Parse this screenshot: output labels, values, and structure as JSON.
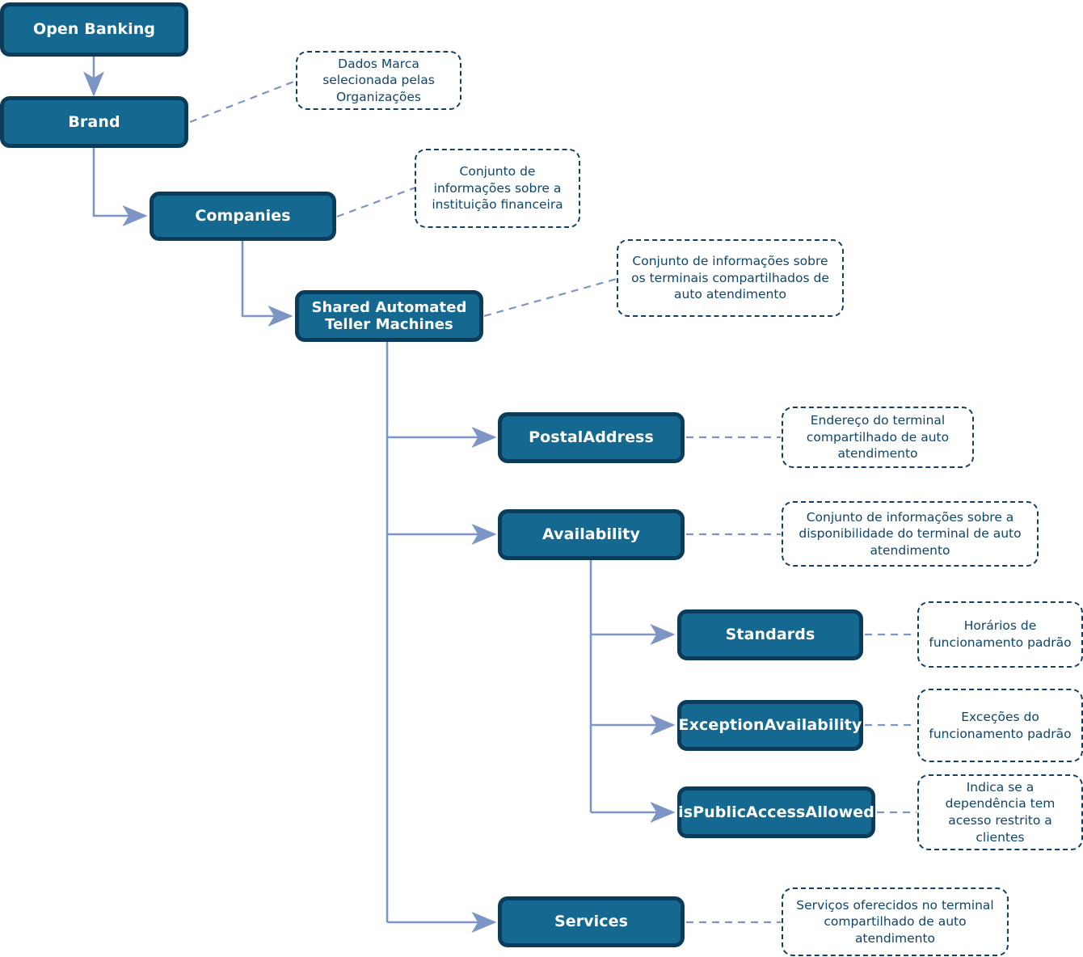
{
  "diagram": {
    "title": "Open Banking - Shared Automated Teller Machines",
    "language": "pt-BR",
    "colors": {
      "node_fill": "#15688f",
      "node_border": "#0c3c5c",
      "node_text": "#ffffff",
      "note_border": "#123f63",
      "note_text": "#10456b",
      "connector": "#7d95c4",
      "background": "#ffffff"
    }
  },
  "nodes": [
    {
      "id": "open-banking",
      "label": "Open Banking"
    },
    {
      "id": "brand",
      "label": "Brand"
    },
    {
      "id": "companies",
      "label": "Companies"
    },
    {
      "id": "shared-atm",
      "label": "Shared Automated Teller Machines"
    },
    {
      "id": "postal-address",
      "label": "PostalAddress"
    },
    {
      "id": "availability",
      "label": "Availability"
    },
    {
      "id": "standards",
      "label": "Standards"
    },
    {
      "id": "exception-availability",
      "label": "ExceptionAvailability"
    },
    {
      "id": "is-public-access-allowed",
      "label": "isPublicAccessAllowed"
    },
    {
      "id": "services",
      "label": "Services"
    }
  ],
  "notes": [
    {
      "id": "note-brand",
      "for": "brand",
      "text": "Dados Marca selecionada pelas Organizações"
    },
    {
      "id": "note-companies",
      "for": "companies",
      "text": "Conjunto de informações sobre a instituição financeira"
    },
    {
      "id": "note-shared-atm",
      "for": "shared-atm",
      "text": "Conjunto de informações sobre os terminais compartilhados de auto atendimento"
    },
    {
      "id": "note-postal-address",
      "for": "postal-address",
      "text": "Endereço do terminal compartilhado de auto atendimento"
    },
    {
      "id": "note-availability",
      "for": "availability",
      "text": "Conjunto de informações sobre a disponibilidade do terminal de auto atendimento"
    },
    {
      "id": "note-standards",
      "for": "standards",
      "text": "Horários de funcionamento padrão"
    },
    {
      "id": "note-exception-availability",
      "for": "exception-availability",
      "text": "Exceções do funcionamento padrão"
    },
    {
      "id": "note-is-public-access-allowed",
      "for": "is-public-access-allowed",
      "text": "Indica se a dependência tem acesso restrito a clientes"
    },
    {
      "id": "note-services",
      "for": "services",
      "text": "Serviços oferecidos no terminal compartilhado de auto atendimento"
    }
  ],
  "edges": [
    {
      "from": "open-banking",
      "to": "brand",
      "style": "solid-arrow"
    },
    {
      "from": "brand",
      "to": "companies",
      "style": "solid-arrow"
    },
    {
      "from": "companies",
      "to": "shared-atm",
      "style": "solid-arrow"
    },
    {
      "from": "shared-atm",
      "to": "postal-address",
      "style": "solid-arrow"
    },
    {
      "from": "shared-atm",
      "to": "availability",
      "style": "solid-arrow"
    },
    {
      "from": "shared-atm",
      "to": "services",
      "style": "solid-arrow"
    },
    {
      "from": "availability",
      "to": "standards",
      "style": "solid-arrow"
    },
    {
      "from": "availability",
      "to": "exception-availability",
      "style": "solid-arrow"
    },
    {
      "from": "availability",
      "to": "is-public-access-allowed",
      "style": "solid-arrow"
    },
    {
      "from": "brand",
      "to": "note-brand",
      "style": "dashed"
    },
    {
      "from": "companies",
      "to": "note-companies",
      "style": "dashed"
    },
    {
      "from": "shared-atm",
      "to": "note-shared-atm",
      "style": "dashed"
    },
    {
      "from": "postal-address",
      "to": "note-postal-address",
      "style": "dashed"
    },
    {
      "from": "availability",
      "to": "note-availability",
      "style": "dashed"
    },
    {
      "from": "standards",
      "to": "note-standards",
      "style": "dashed"
    },
    {
      "from": "exception-availability",
      "to": "note-exception-availability",
      "style": "dashed"
    },
    {
      "from": "is-public-access-allowed",
      "to": "note-is-public-access-allowed",
      "style": "dashed"
    },
    {
      "from": "services",
      "to": "note-services",
      "style": "dashed"
    }
  ]
}
